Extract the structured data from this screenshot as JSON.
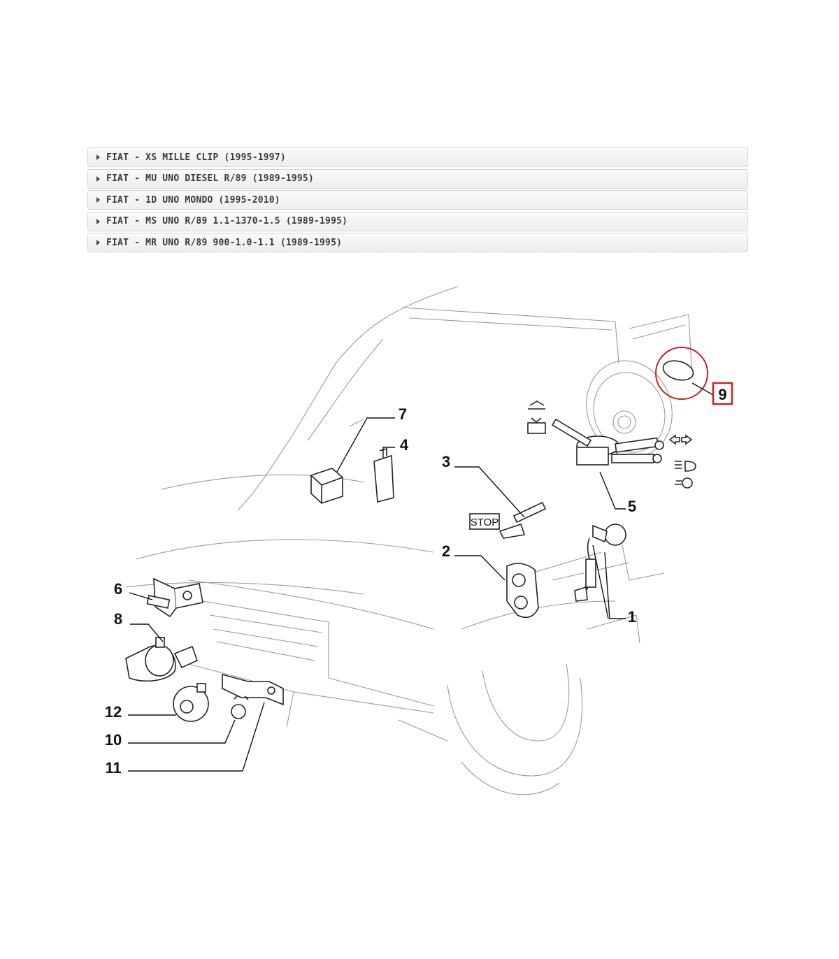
{
  "accordion": {
    "items": [
      {
        "label": "FIAT - XS MILLE CLIP (1995-1997)"
      },
      {
        "label": "FIAT - MU UNO DIESEL R/89 (1989-1995)"
      },
      {
        "label": "FIAT - 1D UNO MONDO (1995-2010)"
      },
      {
        "label": "FIAT - MS UNO R/89 1.1-1370-1.5 (1989-1995)"
      },
      {
        "label": "FIAT - MR UNO R/89 900-1.0-1.1 (1989-1995)"
      }
    ]
  },
  "diagram": {
    "callouts": {
      "c1": "1",
      "c2": "2",
      "c3": "3",
      "c4": "4",
      "c5": "5",
      "c6": "6",
      "c7": "7",
      "c8": "8",
      "c9": "9",
      "c10": "10",
      "c11": "11",
      "c12": "12"
    },
    "stop_label": "STOP",
    "highlight_color": "#cc2222"
  }
}
